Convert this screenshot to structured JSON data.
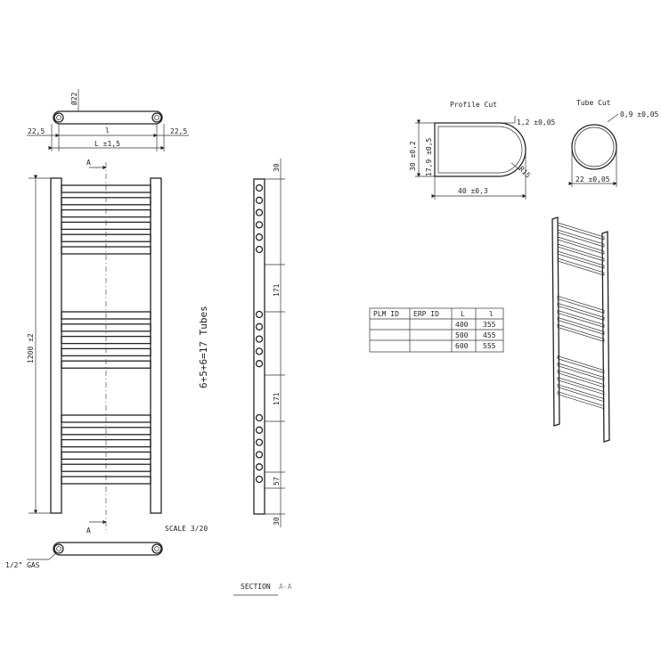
{
  "top_view": {
    "diameter": "Ø22",
    "left_offset": "22,5",
    "right_offset": "22,5",
    "inner_length": "l",
    "overall_length": "L ±1,5"
  },
  "front_view": {
    "height": "1200 ±2",
    "tube_count": "6+5+6=17 Tubes",
    "section_marker_top": "A",
    "section_marker_bottom": "A",
    "scale": "SCALE  3/20"
  },
  "bottom_view": {
    "gas_label": "1/2\" GAS"
  },
  "section": {
    "label": "SECTION",
    "label_id": "A-A",
    "dims": [
      "30",
      "171",
      "171",
      "57",
      "30"
    ]
  },
  "profile_cut": {
    "title": "Profile Cut",
    "wall": "1,2 ±0,05",
    "outer_height": "30 ±0,2",
    "inner_height": "17,9 ±0,5",
    "radius": "R15",
    "width": "40 ±0,3"
  },
  "tube_cut": {
    "title": "Tube Cut",
    "wall": "0,9 ±0,05",
    "diameter": "22 ±0,05"
  },
  "table": {
    "headers": [
      "PLM ID",
      "ERP ID",
      "L",
      "l"
    ],
    "rows": [
      [
        "",
        "",
        "400",
        "355"
      ],
      [
        "",
        "",
        "500",
        "455"
      ],
      [
        "",
        "",
        "600",
        "555"
      ]
    ]
  }
}
